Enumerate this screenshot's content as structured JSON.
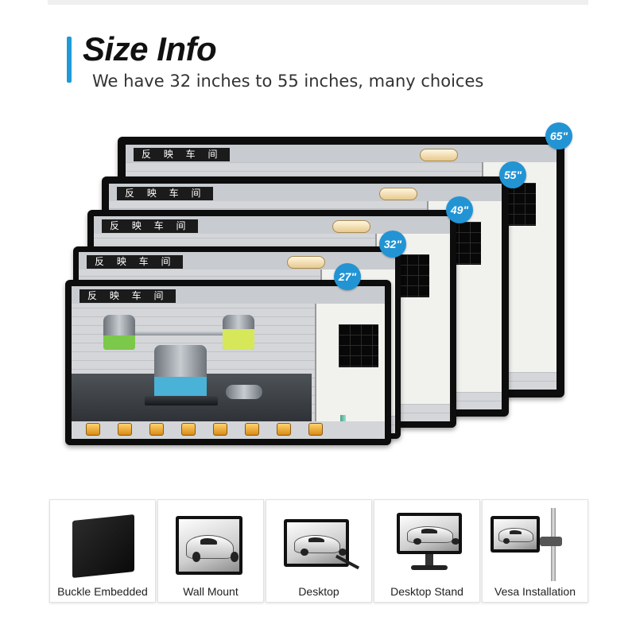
{
  "header": {
    "title": "Size Info",
    "subtitle": "We have 32 inches to 55 inches, many choices"
  },
  "screen_title": "反 映 车 间",
  "sizes": [
    "65\"",
    "55\"",
    "49\"",
    "32\"",
    "27\""
  ],
  "installations": [
    {
      "label": "Buckle Embedded",
      "icon": "buckle-embedded-monitor-icon"
    },
    {
      "label": "Wall Mount",
      "icon": "wall-mount-monitor-icon"
    },
    {
      "label": "Desktop",
      "icon": "desktop-monitor-icon"
    },
    {
      "label": "Desktop Stand",
      "icon": "desktop-stand-monitor-icon"
    },
    {
      "label": "Vesa Installation",
      "icon": "vesa-installation-monitor-icon"
    }
  ],
  "colors": {
    "accent": "#1e9bd7",
    "badge": "#2294d4"
  }
}
